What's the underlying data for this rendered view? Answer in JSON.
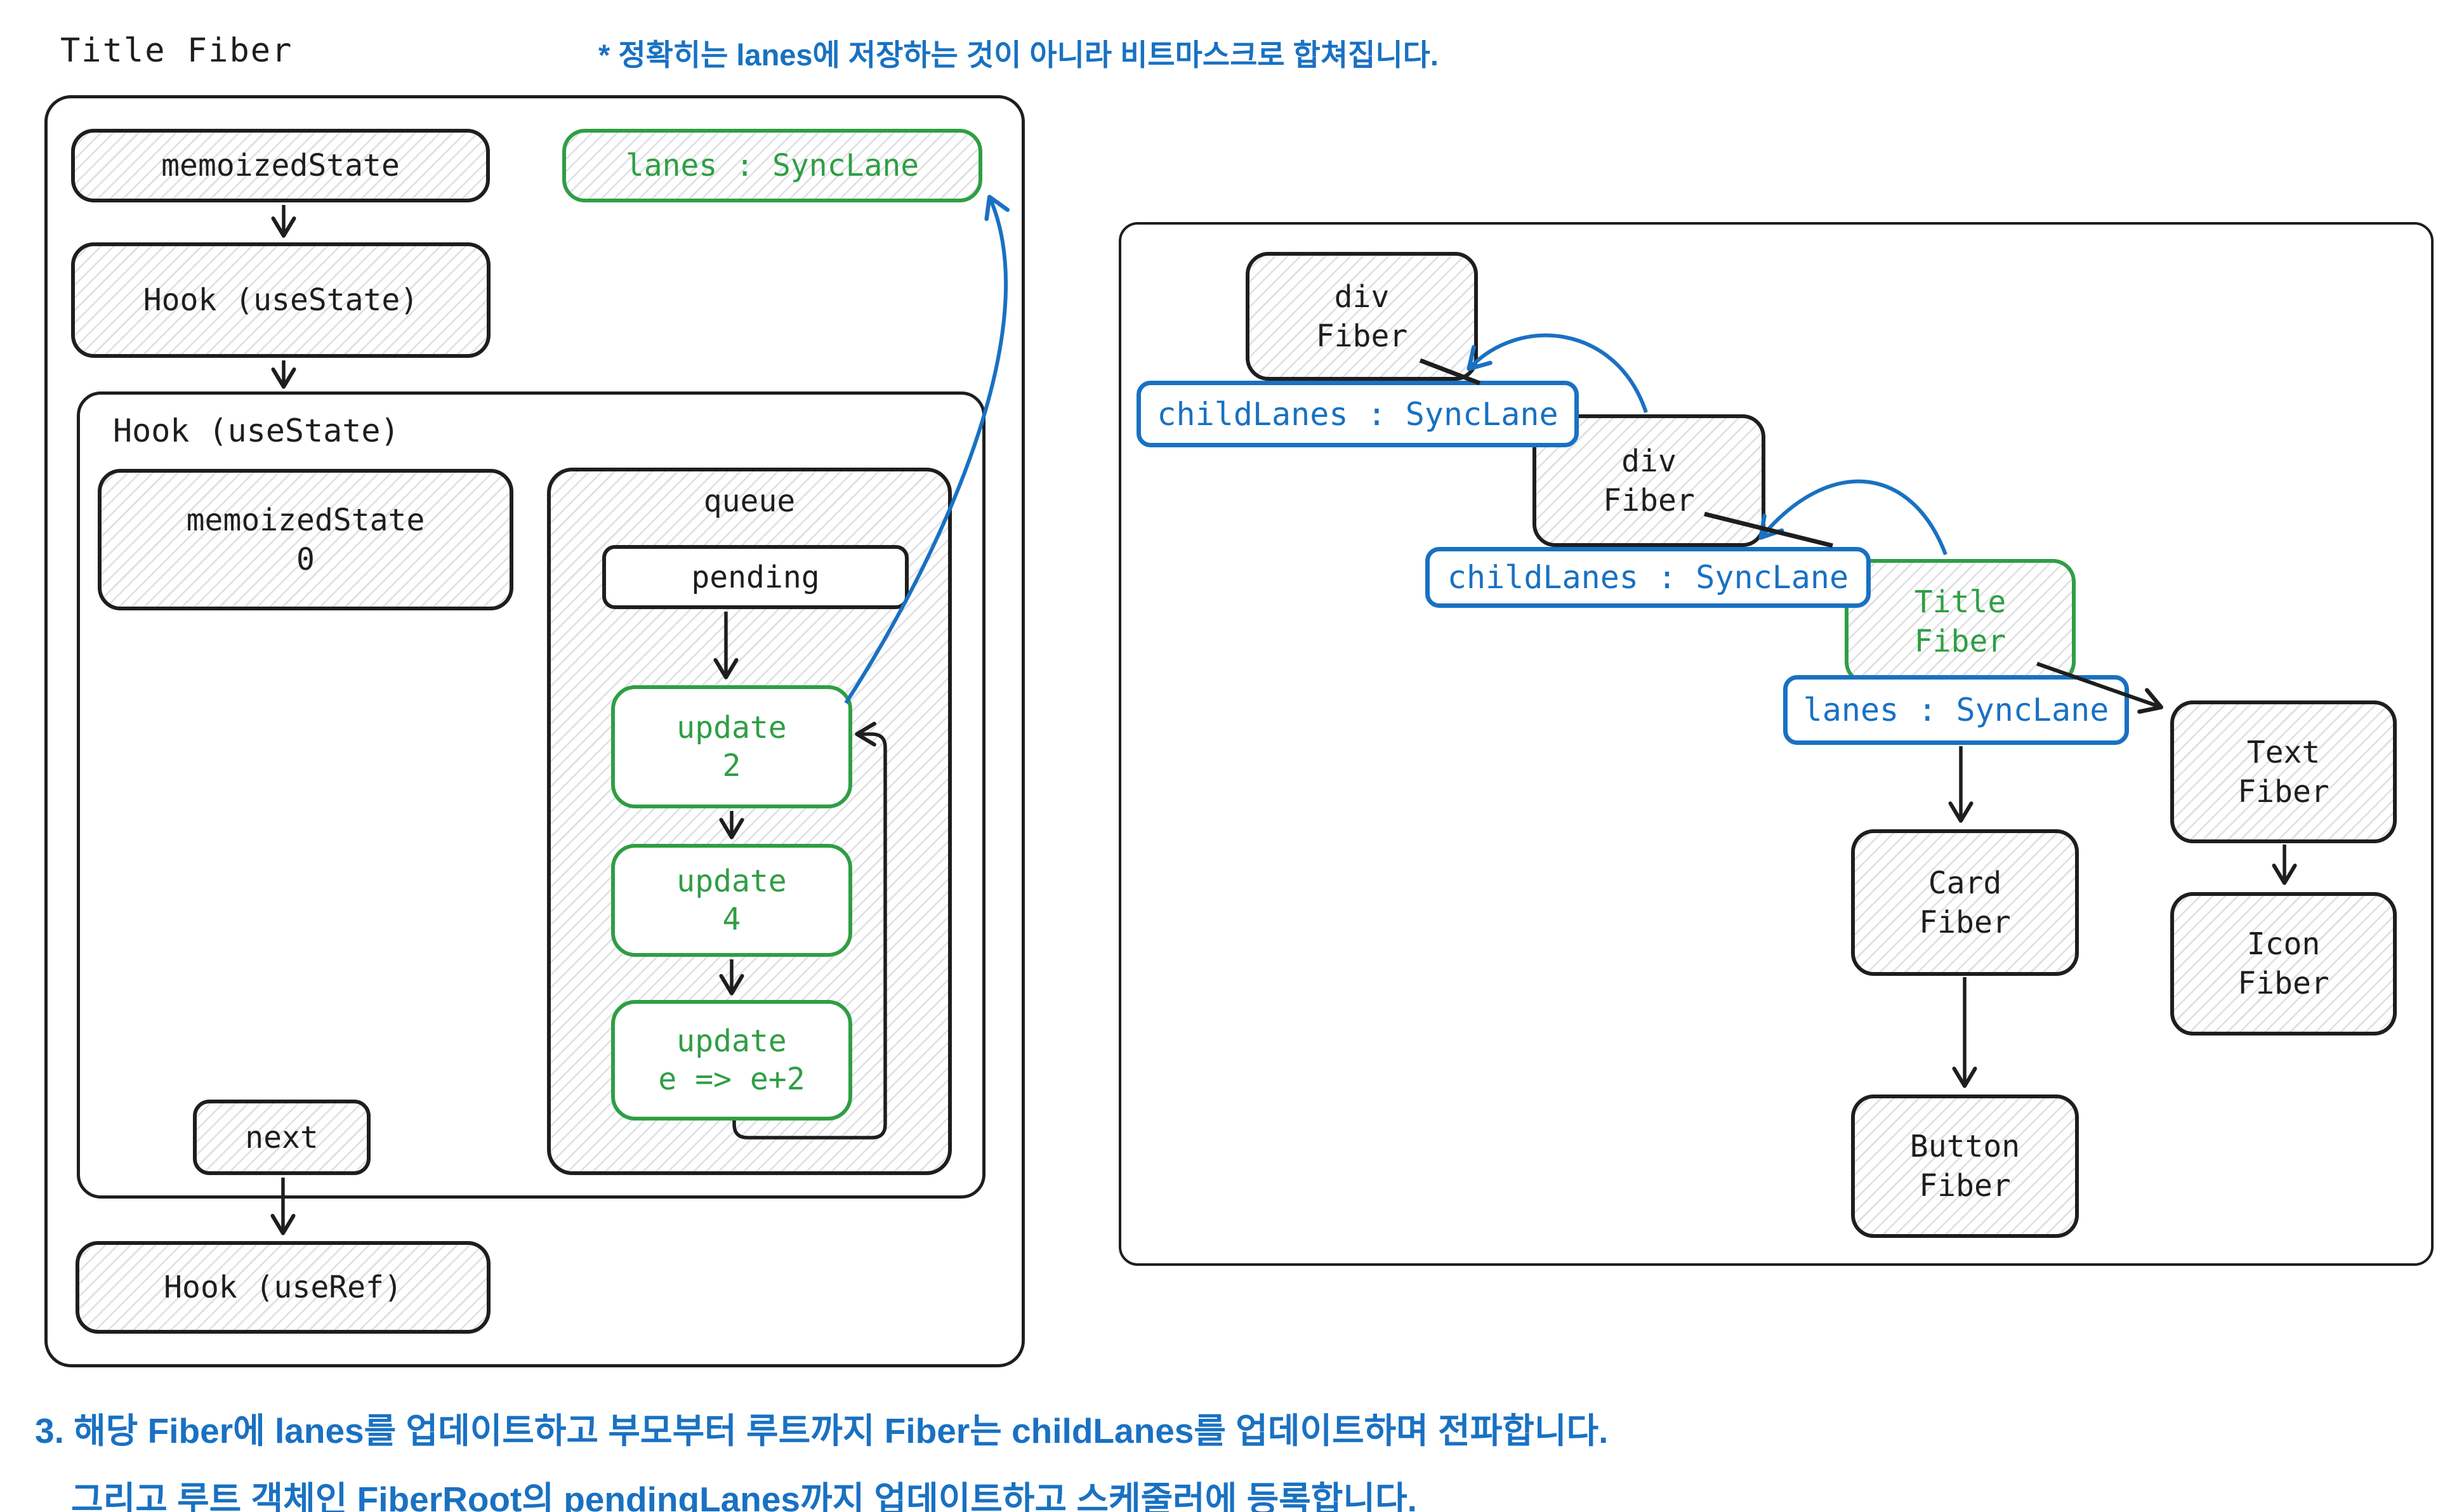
{
  "title": "Title Fiber",
  "annotation": "* 정확히는 lanes에 저장하는 것이 아니라 비트마스크로 합쳐집니다.",
  "footnote": {
    "line1": "3. 해당 Fiber에 lanes를 업데이트하고 부모부터 루트까지 Fiber는 childLanes를 업데이트하며 전파합니다.",
    "line2": "그리고 루트 객체인 FiberRoot의 pendingLanes까지 업데이트하고 스케줄러에 등록합니다."
  },
  "colors": {
    "ink": "#1e1e1e",
    "green": "#2f9e44",
    "blue": "#1971c2"
  },
  "fiber_detail": {
    "memoized_state_label": "memoizedState",
    "lanes_badge": "lanes : SyncLane",
    "hook_use_state_top": "Hook (useState)",
    "hook_use_state_container": "Hook (useState)",
    "memoized_state_value": {
      "line1": "memoizedState",
      "line2": "0"
    },
    "queue_label": "queue",
    "pending_label": "pending",
    "updates": [
      {
        "line1": "update",
        "line2": "2"
      },
      {
        "line1": "update",
        "line2": "4"
      },
      {
        "line1": "update",
        "line2": "e => e+2"
      }
    ],
    "next_label": "next",
    "hook_use_ref": "Hook (useRef)"
  },
  "fiber_tree": {
    "div_fiber_top": {
      "line1": "div",
      "line2": "Fiber"
    },
    "child_lanes_top": "childLanes : SyncLane",
    "div_fiber_mid": {
      "line1": "div",
      "line2": "Fiber"
    },
    "child_lanes_mid": "childLanes : SyncLane",
    "title_fiber": {
      "line1": "Title",
      "line2": "Fiber"
    },
    "lanes_badge": "lanes : SyncLane",
    "text_fiber": {
      "line1": "Text",
      "line2": "Fiber"
    },
    "icon_fiber": {
      "line1": "Icon",
      "line2": "Fiber"
    },
    "card_fiber": {
      "line1": "Card",
      "line2": "Fiber"
    },
    "button_fiber": {
      "line1": "Button",
      "line2": "Fiber"
    }
  }
}
